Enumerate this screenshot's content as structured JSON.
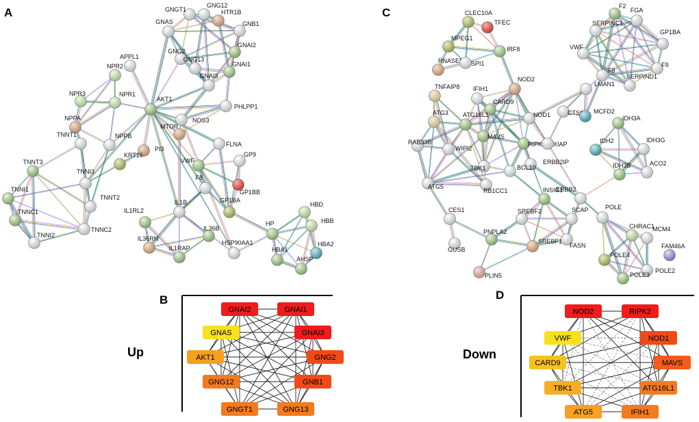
{
  "panels": {
    "A": "A",
    "B": "B",
    "C": "C",
    "D": "D"
  },
  "side_labels": {
    "up": "Up",
    "down": "Down"
  },
  "network_a": {
    "nodes": [
      "GNGT1",
      "GNG12",
      "HTR1B",
      "GNB1",
      "GNAS",
      "GNAI2",
      "GNG2",
      "APPL1",
      "GNG13",
      "GNAI1",
      "GNAI3",
      "NPR3",
      "NPR2",
      "NPR1",
      "AKT1",
      "PHLPP1",
      "NOS3",
      "NPPA",
      "MTOR",
      "NPPB",
      "FLNA",
      "TNNT1",
      "PI3",
      "TNNT3",
      "KRT16",
      "VWF",
      "GP9",
      "TNNI3",
      "TNNI1",
      "F8",
      "GP1BB",
      "TNNT2",
      "IL1B",
      "GP1BA",
      "HBD",
      "TNNC1",
      "TNNC2",
      "TNNI2",
      "IL1RL2",
      "HBB",
      "HP",
      "IL36B",
      "IL36RN",
      "HSP90AA1",
      "HBA2",
      "IL1RAP",
      "HBA1",
      "AHSP"
    ]
  },
  "network_c": {
    "nodes": [
      "F2",
      "FGA",
      "CLEC10A",
      "TFEC",
      "SERPINC1",
      "GP1BA",
      "MPEG1",
      "IRF8",
      "VWF",
      "F9",
      "RNASE6",
      "SPI1",
      "F8",
      "SERPIND1",
      "NOD2",
      "TNFAIP8",
      "IFIH1",
      "LMAN1",
      "CARD9",
      "NOD1",
      "CTSC",
      "MCFD2",
      "ATG3",
      "ATG16L1",
      "IDH3A",
      "MAVS",
      "RIPK2",
      "XIAP",
      "RAB33B",
      "WIPI2",
      "IDH2",
      "IDH3G",
      "ERBB2IP",
      "TBK1",
      "BCL10",
      "ACO2",
      "ATG5",
      "IDH3B",
      "RB1CC1",
      "ERBB2",
      "INSIG1",
      "POLE",
      "SCAP",
      "CES1",
      "SREBF2",
      "CHRAC1",
      "MCM4",
      "FAM46A",
      "FASN",
      "GUSB",
      "PNPLA2",
      "SREBF1",
      "POLE4",
      "POLE2",
      "POLE3",
      "PLIN5"
    ]
  },
  "hub_b": {
    "nodes": [
      "GNAI2",
      "GNAI1",
      "GNAS",
      "GNAI3",
      "AKT1",
      "GNG2",
      "GNG12",
      "GNB1",
      "GNGT1",
      "GNG13"
    ],
    "colors": [
      "#ee1c1c",
      "#ee1c1c",
      "#f7e11e",
      "#ee1c1c",
      "#f5a020",
      "#f04a18",
      "#f47a20",
      "#f04a18",
      "#f47a20",
      "#f47a20"
    ]
  },
  "hub_d": {
    "nodes": [
      "NOD2",
      "RIPK2",
      "VWF",
      "NOD1",
      "CARD9",
      "MAVS",
      "TBK1",
      "ATG16L1",
      "ATG5",
      "IFIH1"
    ],
    "colors": [
      "#ee1c1c",
      "#ee1c1c",
      "#f7e11e",
      "#f04a18",
      "#f7c21e",
      "#f55a1c",
      "#f8ae22",
      "#f47a20",
      "#f8a020",
      "#f47a20"
    ]
  }
}
